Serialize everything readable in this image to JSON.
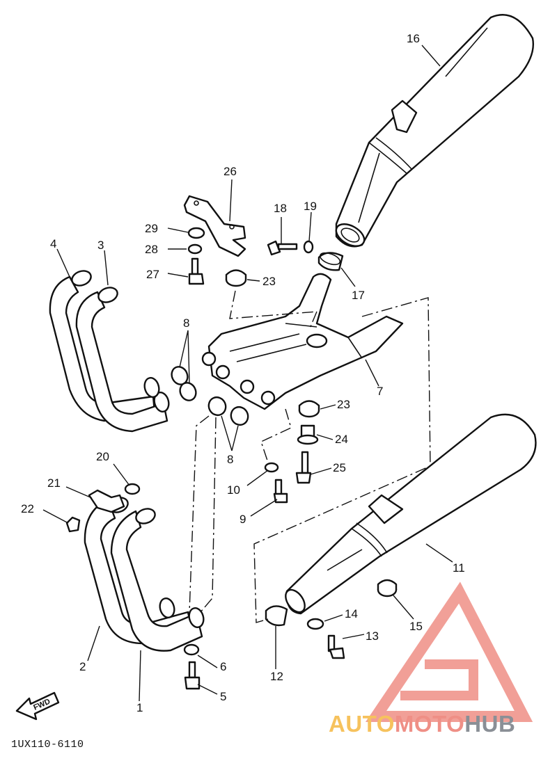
{
  "diagram": {
    "document_code": "1UX110-6110",
    "direction_arrow_label": "FWD",
    "callouts": [
      {
        "id": "c16",
        "label": "16"
      },
      {
        "id": "c26",
        "label": "26"
      },
      {
        "id": "c18",
        "label": "18"
      },
      {
        "id": "c19",
        "label": "19"
      },
      {
        "id": "c29",
        "label": "29"
      },
      {
        "id": "c28",
        "label": "28"
      },
      {
        "id": "c27",
        "label": "27"
      },
      {
        "id": "c4",
        "label": "4"
      },
      {
        "id": "c3",
        "label": "3"
      },
      {
        "id": "c23a",
        "label": "23"
      },
      {
        "id": "c17",
        "label": "17"
      },
      {
        "id": "c8a",
        "label": "8"
      },
      {
        "id": "c7",
        "label": "7"
      },
      {
        "id": "c23b",
        "label": "23"
      },
      {
        "id": "c8b",
        "label": "8"
      },
      {
        "id": "c24",
        "label": "24"
      },
      {
        "id": "c25",
        "label": "25"
      },
      {
        "id": "c20",
        "label": "20"
      },
      {
        "id": "c21",
        "label": "21"
      },
      {
        "id": "c10",
        "label": "10"
      },
      {
        "id": "c22",
        "label": "22"
      },
      {
        "id": "c9",
        "label": "9"
      },
      {
        "id": "c11",
        "label": "11"
      },
      {
        "id": "c14",
        "label": "14"
      },
      {
        "id": "c15",
        "label": "15"
      },
      {
        "id": "c13",
        "label": "13"
      },
      {
        "id": "c2",
        "label": "2"
      },
      {
        "id": "c6",
        "label": "6"
      },
      {
        "id": "c12",
        "label": "12"
      },
      {
        "id": "c5",
        "label": "5"
      },
      {
        "id": "c1",
        "label": "1"
      }
    ]
  },
  "watermark": {
    "part1": "AUTO",
    "part2": "MOTO",
    "part3": "HUB",
    "logo_color": "#ef8f86"
  }
}
